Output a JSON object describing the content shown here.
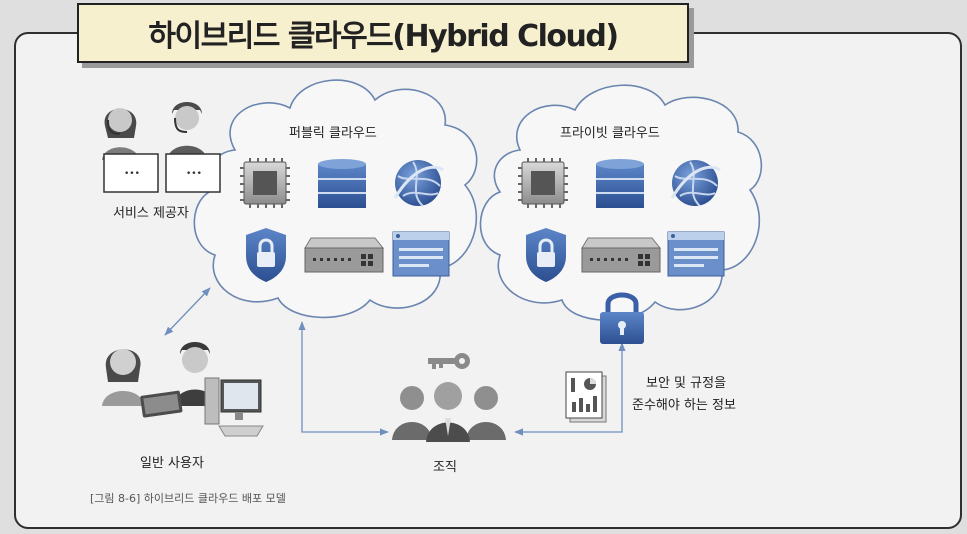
{
  "title": "하이브리드 클라우드(Hybrid Cloud)",
  "public_cloud": {
    "label": "퍼블릭 클라우드"
  },
  "private_cloud": {
    "label": "프라이빗 클라우드"
  },
  "service_provider": {
    "label": "서비스 제공자"
  },
  "general_user": {
    "label": "일반 사용자"
  },
  "organization": {
    "label": "조직"
  },
  "security_note": {
    "line1": "보안 및 규정을",
    "line2": "준수해야 하는 정보"
  },
  "caption": "[그림 8-6] 하이브리드 클라우드 배포 모델",
  "colors": {
    "title_bg": "#f7f0cf",
    "cloud_stroke": "#6a85b0",
    "arrow": "#6f8fbf",
    "accent_blue": "#3a5fa8"
  },
  "icons": [
    "cpu-icon",
    "database-icon",
    "globe-icon",
    "shield-lock-icon",
    "network-switch-icon",
    "browser-window-icon",
    "padlock-icon",
    "key-icon",
    "report-icon"
  ]
}
